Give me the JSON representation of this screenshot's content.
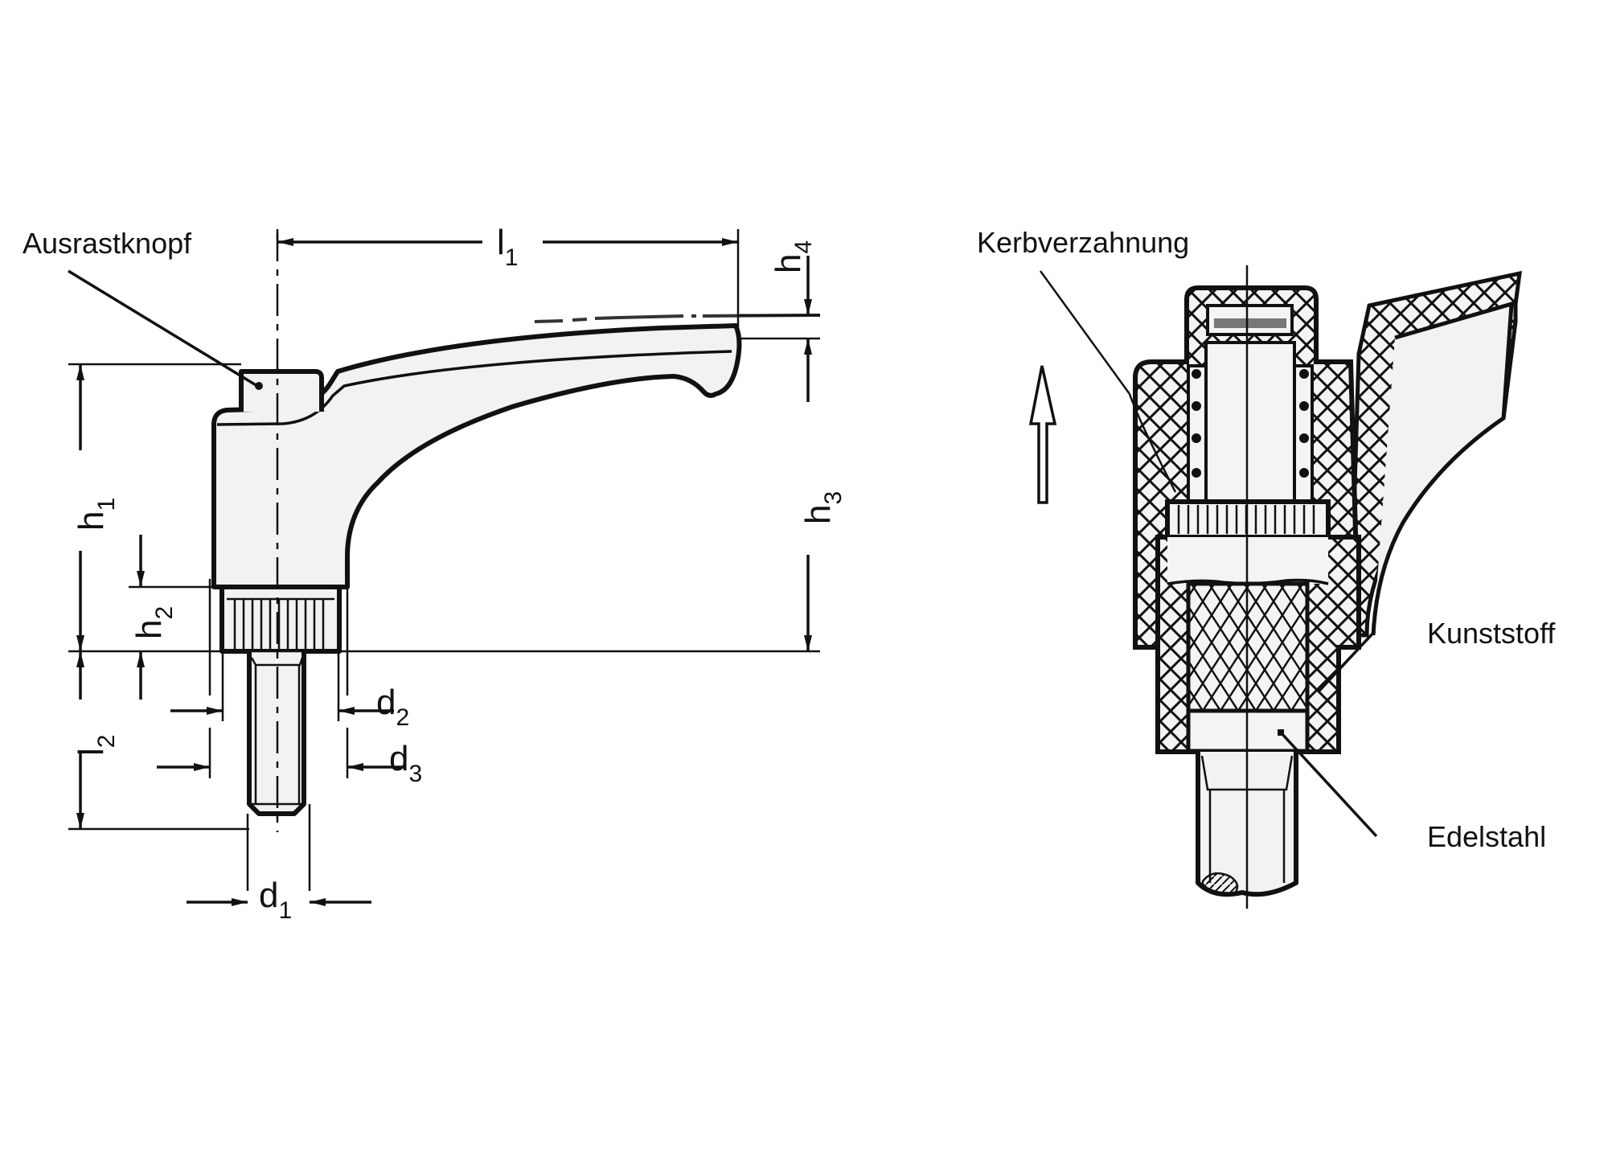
{
  "drawing": {
    "title": "Adjustable clamping lever with release button",
    "colors": {
      "line": "#111111",
      "fill": "#f2f2f2",
      "background": "#ffffff"
    },
    "left_view": {
      "callouts": [
        {
          "id": "release_button",
          "text": "Ausrastknopf"
        }
      ],
      "dimensions": {
        "l1": {
          "main": "l",
          "sub": "1"
        },
        "l2": {
          "main": "l",
          "sub": "2"
        },
        "h1": {
          "main": "h",
          "sub": "1"
        },
        "h2": {
          "main": "h",
          "sub": "2"
        },
        "h3": {
          "main": "h",
          "sub": "3"
        },
        "h4": {
          "main": "h",
          "sub": "4"
        },
        "d1": {
          "main": "d",
          "sub": "1"
        },
        "d2": {
          "main": "d",
          "sub": "2"
        },
        "d3": {
          "main": "d",
          "sub": "3"
        }
      }
    },
    "right_view": {
      "callouts": [
        {
          "id": "serration",
          "text": "Kerbverzahnung"
        },
        {
          "id": "plastic",
          "text": "Kunststoff"
        },
        {
          "id": "stainless",
          "text": "Edelstahl"
        }
      ],
      "arrow": "arrow-up-icon"
    }
  }
}
